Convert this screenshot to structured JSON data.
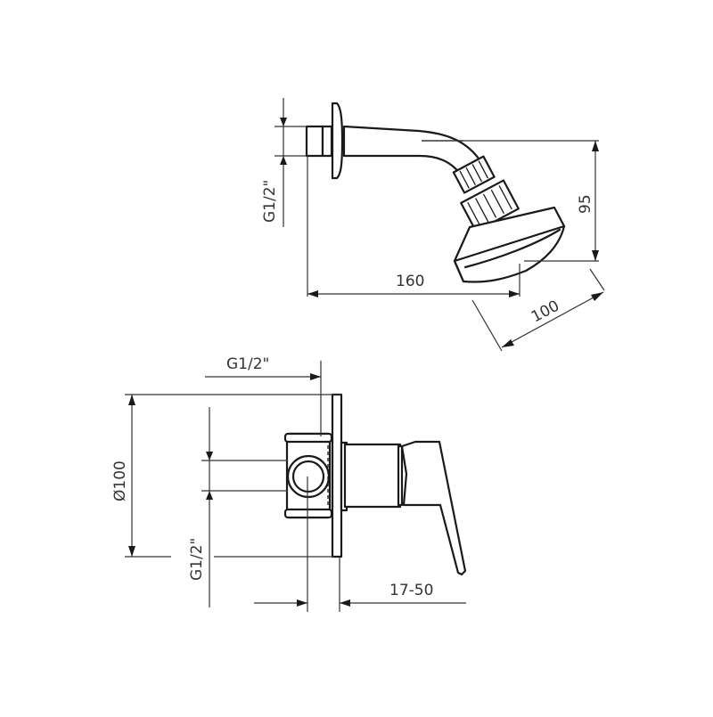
{
  "drawing": {
    "subject": "Concealed shower mixer with fixed shower head - dimension drawing",
    "colors": {
      "line": "#1a1a1a",
      "dimension": "#333333",
      "background": "#ffffff"
    },
    "views": [
      {
        "name": "shower-head-side-view",
        "dimensions": {
          "arm_thread": "G1/2\"",
          "arm_projection": "160",
          "head_drop": "95",
          "head_diameter": "100"
        }
      },
      {
        "name": "mixer-side-view",
        "dimensions": {
          "top_thread": "G1/2\"",
          "plate_diameter": "Ø100",
          "side_thread": "G1/2\"",
          "wall_depth_range": "17-50"
        }
      }
    ]
  }
}
